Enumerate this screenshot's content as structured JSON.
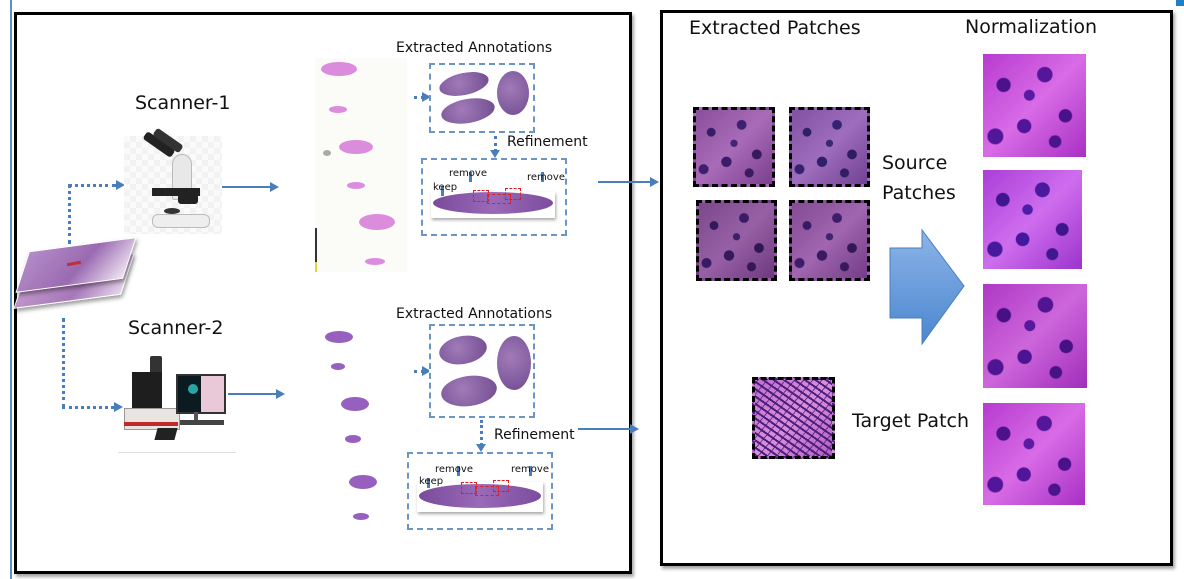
{
  "left_panel": {
    "scanner1": {
      "label": "Scanner-1",
      "device_icon": "microscope-icon"
    },
    "scanner2": {
      "label": "Scanner-2",
      "device_icon": "digital-scanner-icon"
    },
    "slides_icon": "tissue-slides-icon",
    "section1": {
      "extracted_label": "Extracted Annotations",
      "refinement_label": "Refinement",
      "keep_label": "keep",
      "remove_left_label": "remove",
      "remove_right_label": "remove"
    },
    "section2": {
      "extracted_label": "Extracted Annotations",
      "refinement_label": "Refinement",
      "keep_label": "keep",
      "remove_left_label": "remove",
      "remove_right_label": "remove"
    }
  },
  "right_panel": {
    "extracted_patches_title": "Extracted Patches",
    "normalization_title": "Normalization",
    "source_patches_label_line1": "Source",
    "source_patches_label_line2": "Patches",
    "target_patch_label": "Target Patch",
    "source_patch_count": 4,
    "normalized_patch_count": 4
  },
  "colors": {
    "arrow": "#4a7ebb",
    "panel_border": "#000000",
    "dash_box": "#6a95c4",
    "big_arrow_top": "#8db4e8",
    "big_arrow_bottom": "#4a86cf"
  }
}
